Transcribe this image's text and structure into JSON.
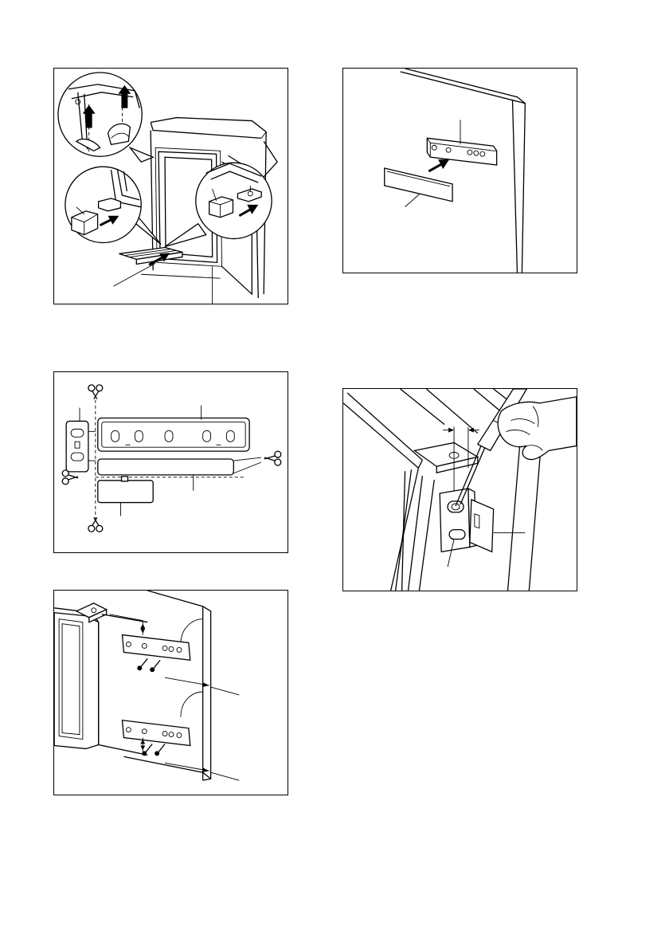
{
  "page": {
    "background": "#ffffff",
    "line_color": "#000000"
  },
  "figures": [
    {
      "id": "fig-1",
      "depicts": "door-seal-and-strip-installation"
    },
    {
      "id": "fig-2",
      "depicts": "bracket-mounted-on-door-panel"
    },
    {
      "id": "fig-3",
      "depicts": "cutting-bracket-parts-with-scissors"
    },
    {
      "id": "fig-4",
      "depicts": "screwdriver-adjusting-hinge-bracket"
    },
    {
      "id": "fig-5",
      "depicts": "two-brackets-screwed-to-door"
    }
  ],
  "icons": [
    "arrow-icon",
    "scissors-icon",
    "screw-icon",
    "screwdriver-icon",
    "hand-icon"
  ]
}
